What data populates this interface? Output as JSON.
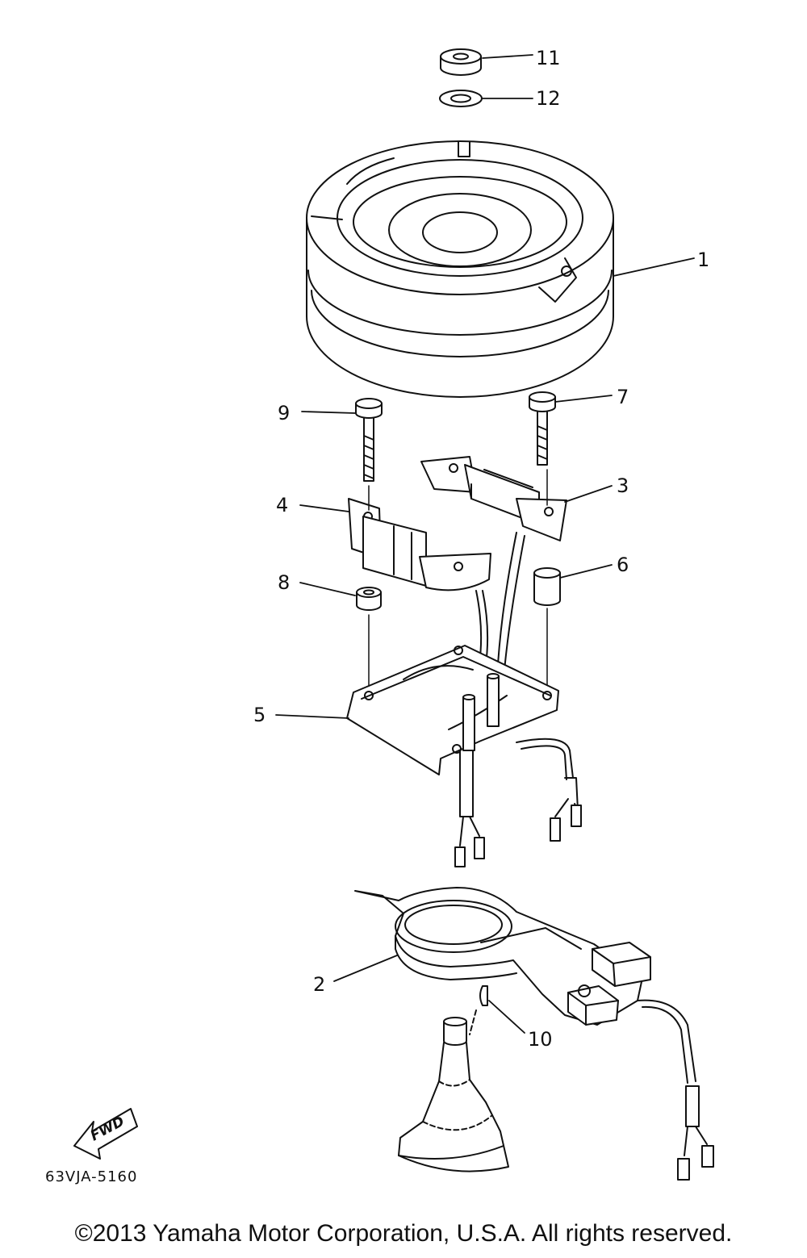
{
  "diagram": {
    "callouts": [
      {
        "id": "11",
        "label": "11"
      },
      {
        "id": "12",
        "label": "12"
      },
      {
        "id": "1",
        "label": "1"
      },
      {
        "id": "9",
        "label": "9"
      },
      {
        "id": "7",
        "label": "7"
      },
      {
        "id": "3",
        "label": "3"
      },
      {
        "id": "4",
        "label": "4"
      },
      {
        "id": "6",
        "label": "6"
      },
      {
        "id": "8",
        "label": "8"
      },
      {
        "id": "5",
        "label": "5"
      },
      {
        "id": "2",
        "label": "2"
      },
      {
        "id": "10",
        "label": "10"
      }
    ],
    "fwd_label": "FWD",
    "drawing_code": "63VJA-5160"
  },
  "footer": {
    "copyright": "©2013 Yamaha Motor Corporation, U.S.A. All rights reserved."
  }
}
